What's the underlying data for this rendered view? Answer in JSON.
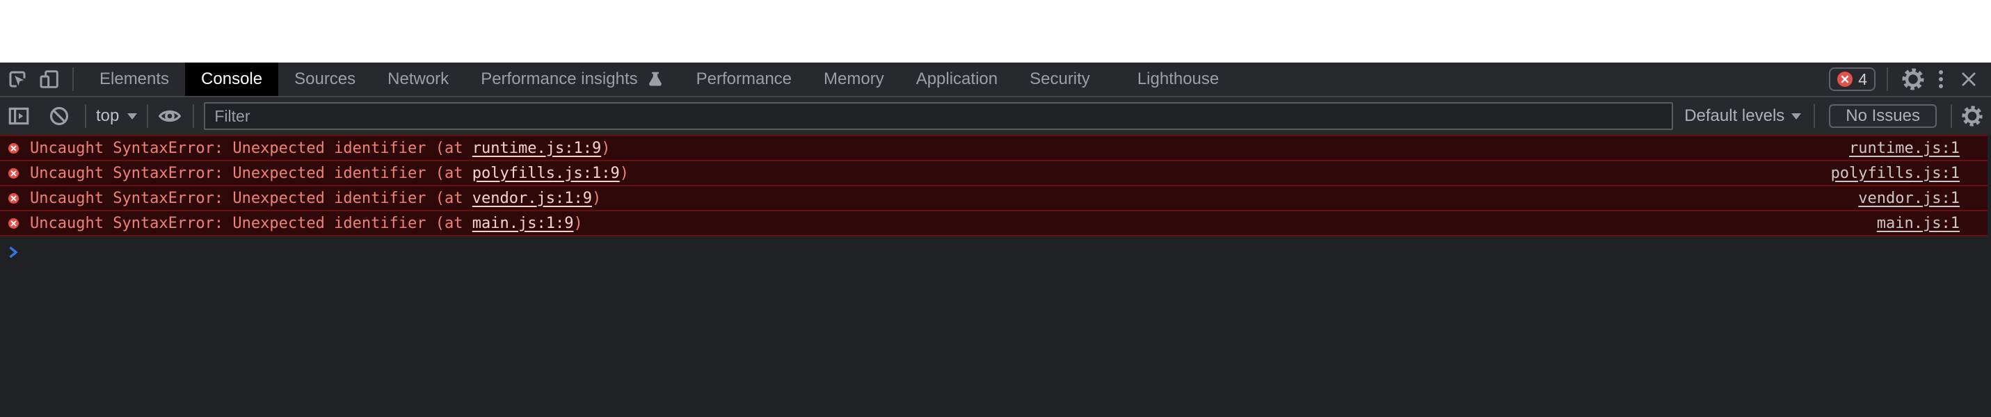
{
  "tab_bar": {
    "tabs": [
      {
        "label": "Elements",
        "selected": false
      },
      {
        "label": "Console",
        "selected": true
      },
      {
        "label": "Sources",
        "selected": false
      },
      {
        "label": "Network",
        "selected": false
      },
      {
        "label": "Performance insights",
        "selected": false,
        "icon": "flask-icon"
      },
      {
        "label": "Performance",
        "selected": false
      },
      {
        "label": "Memory",
        "selected": false
      },
      {
        "label": "Application",
        "selected": false
      },
      {
        "label": "Security",
        "selected": false
      },
      {
        "label": "Lighthouse",
        "selected": false
      }
    ],
    "error_badge": {
      "count": "4"
    }
  },
  "toolbar": {
    "context_selector": "top",
    "filter_placeholder": "Filter",
    "levels_label": "Default levels",
    "issues_label": "No Issues"
  },
  "console": {
    "messages": [
      {
        "prefix": "Uncaught SyntaxError: Unexpected identifier (at ",
        "link": "runtime.js:1:9",
        "suffix": ")",
        "source": "runtime.js:1"
      },
      {
        "prefix": "Uncaught SyntaxError: Unexpected identifier (at ",
        "link": "polyfills.js:1:9",
        "suffix": ")",
        "source": "polyfills.js:1"
      },
      {
        "prefix": "Uncaught SyntaxError: Unexpected identifier (at ",
        "link": "vendor.js:1:9",
        "suffix": ")",
        "source": "vendor.js:1"
      },
      {
        "prefix": "Uncaught SyntaxError: Unexpected identifier (at ",
        "link": "main.js:1:9",
        "suffix": ")",
        "source": "main.js:1"
      }
    ]
  },
  "icons": {
    "inspect": "cursor-in-box",
    "device_toolbar": "phone-over-tablet",
    "flask": "experiment-beaker",
    "settings": "gear",
    "more": "kebab-three-dots",
    "close": "x-cross",
    "sidebar_toggle": "panel-with-play-triangle",
    "clear_console": "circle-slash",
    "live_expression": "eye",
    "error": "red-circle-white-x",
    "prompt": "blue-chevron-right",
    "dropdown": "down-triangle"
  },
  "colors": {
    "page_bg": "#ffffff",
    "panel_bg": "#202124",
    "bar_bg": "#28292c",
    "icon_gray": "#9aa0a6",
    "selected_tab_bg": "#000000",
    "selected_tab_text": "#ffffff",
    "error_row_bg": "#2f0909",
    "error_row_border": "#671010",
    "error_text": "#ef8177",
    "error_msg_link": "#f8d3cc",
    "error_source_link": "#cfc8c8",
    "error_red": "#e5504a",
    "prompt_blue": "#3b76e0",
    "badge_border": "#5f6368"
  }
}
